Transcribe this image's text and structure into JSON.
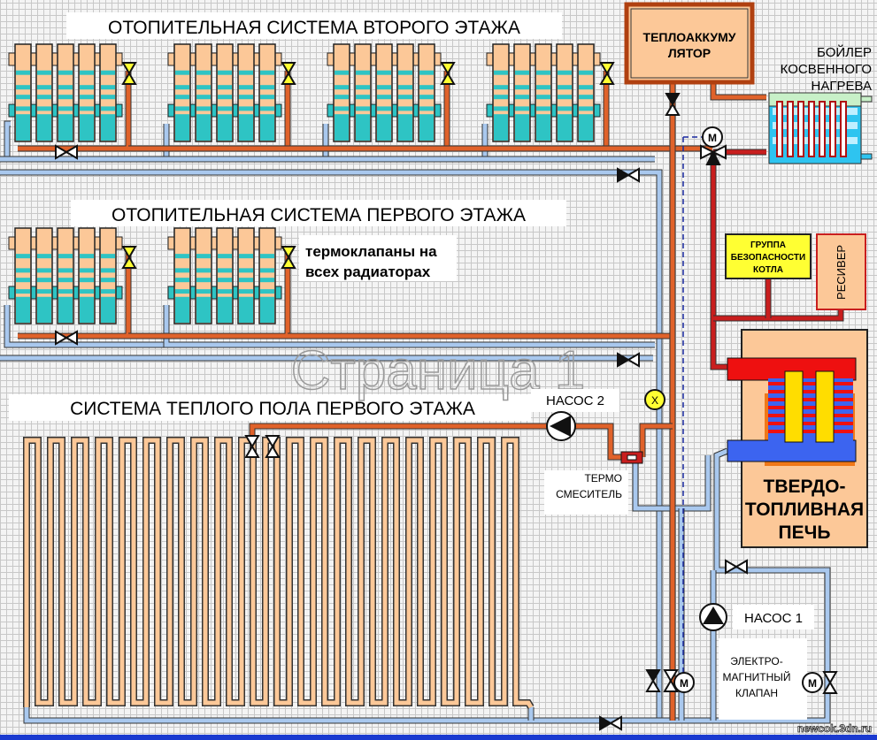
{
  "titles": {
    "second_floor": "ОТОПИТЕЛЬНАЯ СИСТЕМА ВТОРОГО ЭТАЖА",
    "first_floor": "ОТОПИТЕЛЬНАЯ СИСТЕМА ПЕРВОГО ЭТАЖА",
    "underfloor": "СИСТЕМА ТЕПЛОГО ПОЛА ПЕРВОГО ЭТАЖА"
  },
  "labels": {
    "accumulator": [
      "ТЕПЛОАККУМУ",
      "ЛЯТОР"
    ],
    "boiler": [
      "БОЙЛЕР",
      "КОСВЕННОГО",
      "НАГРЕВА"
    ],
    "thermovalves": [
      "термоклапаны на",
      "всех радиаторах"
    ],
    "safety_group": [
      "ГРУППА",
      "БЕЗОПАСНОСТИ",
      "КОТЛА"
    ],
    "receiver": "РЕСИВЕР",
    "stove": [
      "ТВЕРДО-",
      "ТОПЛИВНАЯ",
      "ПЕЧЬ"
    ],
    "pump2": "НАСОС 2",
    "pump1": "НАСОС 1",
    "mixer": [
      "ТЕРМО",
      "СМЕСИТЕЛЬ"
    ],
    "solenoid": [
      "ЭЛЕКТРО-",
      "МАГНИТНЫЙ",
      "КЛАПАН"
    ],
    "motor": "M",
    "sensor": "X"
  },
  "watermarks": {
    "page": "Страница 1",
    "site": "newcok.3dn.ru"
  },
  "colors": {
    "hot": "#e0622a",
    "red": "#c81e1e",
    "cold": "#a9c8ee",
    "peach": "#fcc898",
    "teal": "#2ec4c4",
    "yellow": "#ffff33"
  }
}
